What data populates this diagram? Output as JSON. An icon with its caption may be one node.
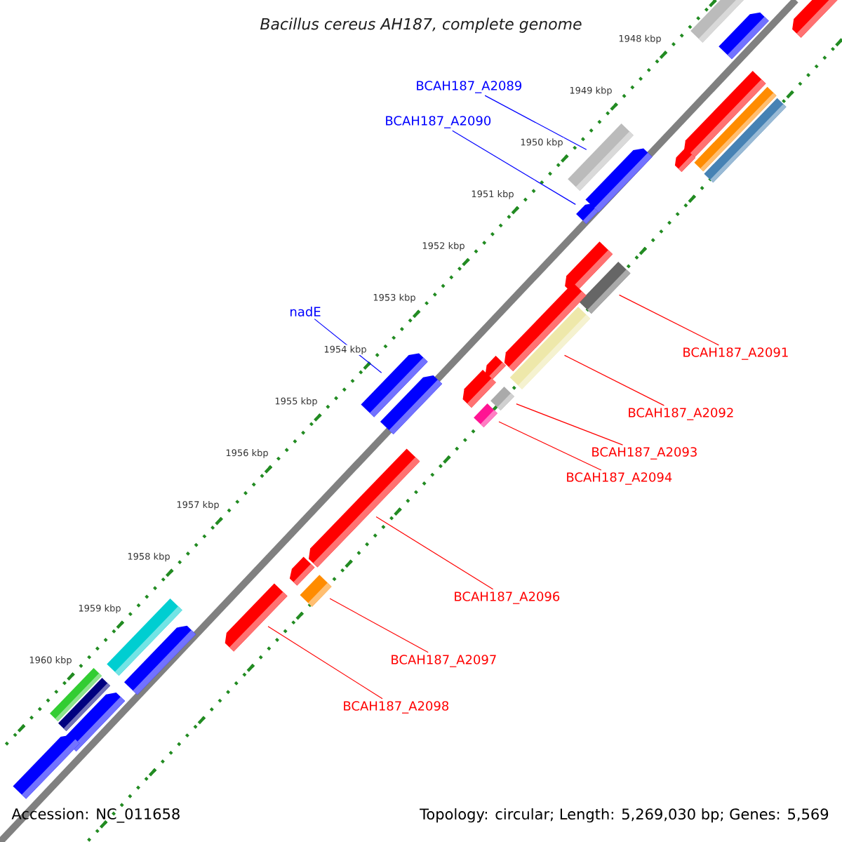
{
  "diagram": {
    "title": "Bacillus cereus AH187, complete genome",
    "nodes": [
      {
        "text": [
          "BCAH187_A2089"
        ]
      },
      {
        "text": [],
        "shape": "bar"
      },
      {
        "text": [
          "BCAH187_A2090"
        ]
      },
      {
        "text": [],
        "shape": "pentagon"
      },
      {
        "text": [
          "nadE"
        ]
      },
      {
        "text": [],
        "shape": "pentagon"
      },
      {
        "text": [
          "BCAH187_A2091"
        ]
      },
      {
        "text": [],
        "shape": "bar"
      },
      {
        "text": [
          "BCAH187_A2092"
        ]
      },
      {
        "text": [],
        "shape": "bar"
      },
      {
        "text": [
          "BCAH187_A2093"
        ]
      },
      {
        "text": [],
        "shape": "bar"
      },
      {
        "text": [
          "BCAH187_A2094"
        ]
      },
      {
        "text": [],
        "shape": "bar"
      },
      {
        "text": [
          "BCAH187_A2096"
        ]
      },
      {
        "text": [],
        "shape": "pentagon"
      },
      {
        "text": [
          "BCAH187_A2097"
        ]
      },
      {
        "text": [],
        "shape": "bar"
      },
      {
        "text": [
          "BCAH187_A2098"
        ]
      },
      {
        "text": [],
        "shape": "pentagon"
      },
      {
        "text": [],
        "shape": "bar"
      },
      {
        "text": [],
        "shape": "pentagon"
      },
      {
        "text": [],
        "shape": "pentagon"
      },
      {
        "text": [],
        "shape": "pentagon"
      },
      {
        "text": [],
        "shape": "pentagon"
      },
      {
        "text": [],
        "shape": "pentagon"
      },
      {
        "text": [],
        "shape": "bar"
      },
      {
        "text": [],
        "shape": "bar"
      },
      {
        "text": [],
        "shape": "pentagon"
      },
      {
        "text": [],
        "shape": "pentagon"
      },
      {
        "text": [],
        "shape": "pentagon"
      },
      {
        "text": [],
        "shape": "pentagon"
      },
      {
        "text": [],
        "shape": "pentagon"
      },
      {
        "text": [],
        "shape": "pentagon"
      },
      {
        "text": [],
        "shape": "bar"
      },
      {
        "text": [],
        "shape": "pentagon"
      },
      {
        "text": [],
        "shape": "bar"
      },
      {
        "text": [],
        "shape": "bar"
      },
      {
        "text": [],
        "shape": "pentagon"
      },
      {
        "text": [],
        "shape": "pentagon"
      }
    ],
    "edges": [
      {
        "from": 0,
        "to": 1,
        "arrow": "none",
        "color": "#0000ff"
      },
      {
        "from": 2,
        "to": 3,
        "arrow": "none",
        "color": "#0000ff"
      },
      {
        "from": 4,
        "to": 5,
        "arrow": "none",
        "color": "#0000ff"
      },
      {
        "from": 6,
        "to": 7,
        "arrow": "none"
      },
      {
        "from": 8,
        "to": 9,
        "arrow": "none"
      },
      {
        "from": 10,
        "to": 11,
        "arrow": "none"
      },
      {
        "from": 12,
        "to": 13,
        "arrow": "none"
      },
      {
        "from": 14,
        "to": 15,
        "arrow": "none"
      },
      {
        "from": 16,
        "to": 17,
        "arrow": "none"
      },
      {
        "from": 18,
        "to": 19,
        "arrow": "none"
      }
    ],
    "labels": [
      "1948 kbp",
      "1949 kbp",
      "1950 kbp",
      "1951 kbp",
      "1952 kbp",
      "1953 kbp",
      "1954 kbp",
      "1955 kbp",
      "1956 kbp",
      "1957 kbp",
      "1958 kbp",
      "1959 kbp",
      "1960 kbp",
      "Accession: NC_011658",
      "Topology: circular; Length: 5,269,030 bp; Genes: 5,569"
    ]
  }
}
